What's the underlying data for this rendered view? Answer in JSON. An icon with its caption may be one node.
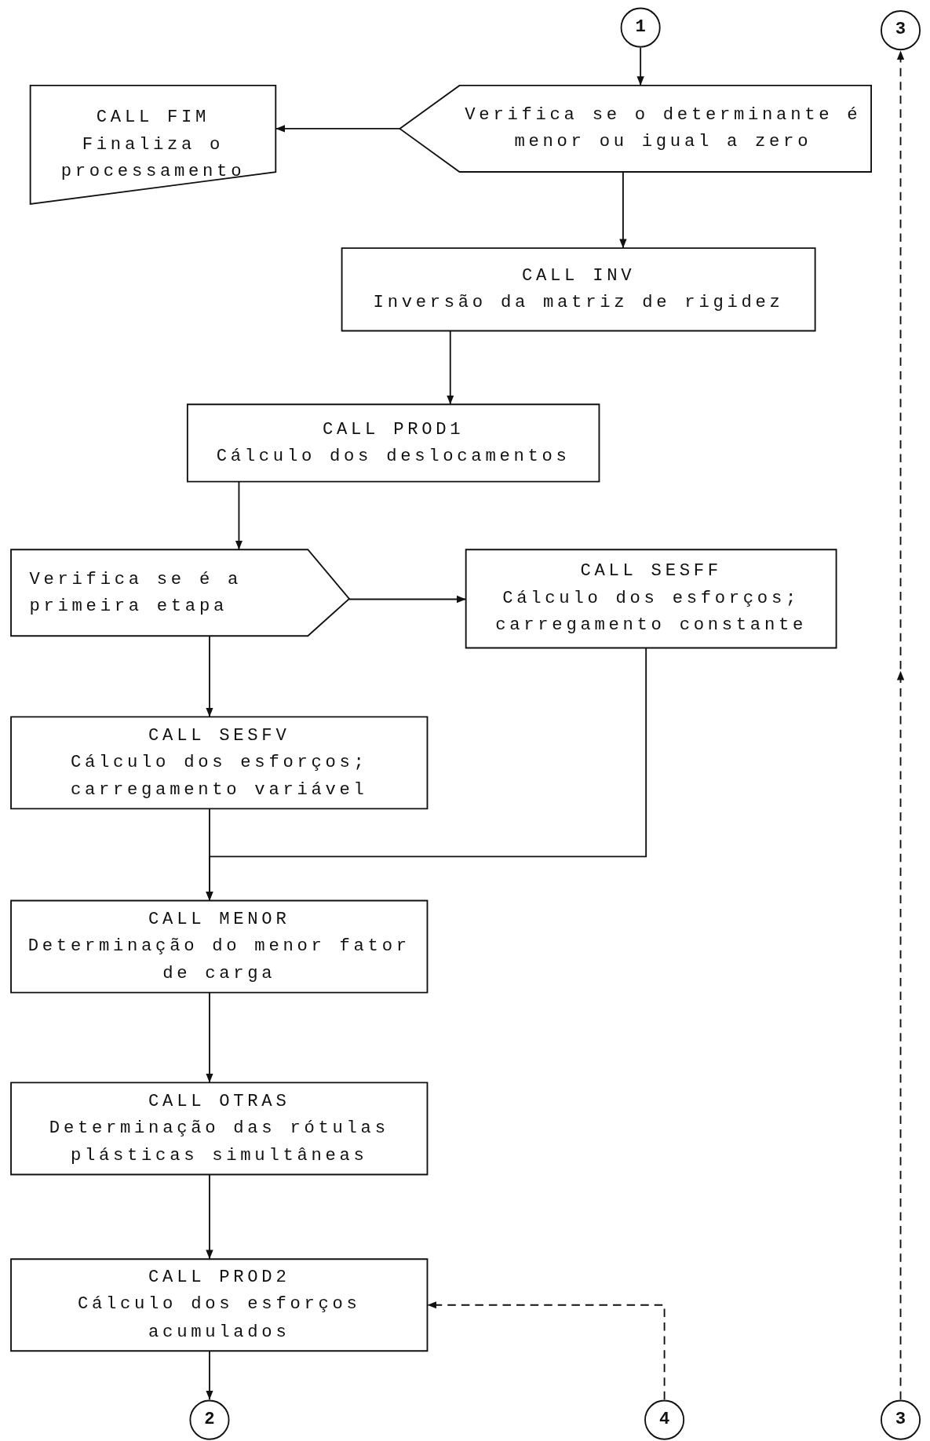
{
  "diagram": {
    "nodes": [
      {
        "text": [
          "1"
        ]
      },
      {
        "text": [
          "3"
        ]
      },
      {
        "text": [
          "CALL FIM",
          "Finaliza o processamento"
        ]
      },
      {
        "text": [
          "Verifica se o determinante é menor ou igual a zero"
        ]
      },
      {
        "text": [
          "CALL INV",
          "Inversão da matriz de rigidez"
        ]
      },
      {
        "text": [
          "CALL PROD1",
          "Cálculo dos deslocamentos"
        ]
      },
      {
        "text": [
          "Verifica se é a primeira etapa"
        ]
      },
      {
        "text": [
          "CALL SESFF",
          "Cálculo dos esforços; carregamento constante"
        ]
      },
      {
        "text": [
          "CALL SESFV",
          "Cálculo dos esforços; carregamento variável"
        ]
      },
      {
        "text": [
          "CALL MENOR",
          "Determinação do menor fator de carga"
        ]
      },
      {
        "text": [
          "CALL OTRAS",
          "Determinação das rótulas plásticas simultâneas"
        ]
      },
      {
        "text": [
          "CALL PROD2",
          "Cálculo dos esforços acumulados"
        ]
      },
      {
        "text": [
          "2"
        ]
      },
      {
        "text": [
          "4"
        ]
      },
      {
        "text": [
          "3"
        ]
      }
    ],
    "edges": [
      {
        "from": 0,
        "to": 3,
        "arrow": "to"
      },
      {
        "from": 3,
        "to": 2,
        "arrow": "to"
      },
      {
        "from": 3,
        "to": 4,
        "arrow": "to"
      },
      {
        "from": 4,
        "to": 5,
        "arrow": "to"
      },
      {
        "from": 5,
        "to": 6,
        "arrow": "to"
      },
      {
        "from": 6,
        "to": 7,
        "arrow": "to"
      },
      {
        "from": 6,
        "to": 8,
        "arrow": "to"
      },
      {
        "from": 7,
        "to": 9,
        "arrow": "to"
      },
      {
        "from": 8,
        "to": 9,
        "arrow": "to"
      },
      {
        "from": 9,
        "to": 10,
        "arrow": "to"
      },
      {
        "from": 10,
        "to": 11,
        "arrow": "to"
      },
      {
        "from": 11,
        "to": 12,
        "arrow": "to"
      },
      {
        "from": 13,
        "to": 11,
        "arrow": "to",
        "style": "dashed"
      },
      {
        "from": 14,
        "to": 1,
        "arrow": "to",
        "style": "dashed"
      }
    ]
  }
}
